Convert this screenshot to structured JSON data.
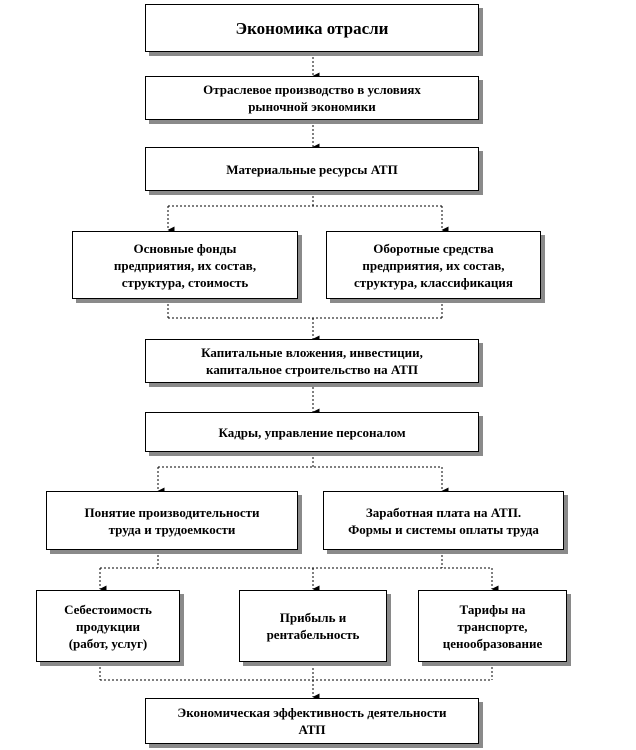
{
  "diagram": {
    "colors": {
      "border": "#000000",
      "shadow": "#8a8a8a",
      "background": "#ffffff"
    },
    "nodes": {
      "industry_economics": "Экономика отрасли",
      "market_production": [
        "Отраслевое производство в условиях",
        "рыночной экономики"
      ],
      "material_resources": "Материальные ресурсы АТП",
      "fixed_assets": [
        "Основные фонды",
        "предприятия, их состав,",
        "структура,  стоимость"
      ],
      "working_capital": [
        "Оборотные средства",
        "предприятия, их состав,",
        "структура,  классификация"
      ],
      "capital_investments": [
        "Капитальные вложения, инвестиции,",
        "капитальное строительство на АТП"
      ],
      "personnel": "Кадры, управление персоналом",
      "productivity": [
        "Понятие производительности",
        "труда и трудоемкости"
      ],
      "wages": [
        "Заработная плата на АТП.",
        "Формы и системы оплаты труда"
      ],
      "cost_price": [
        "Себестоимость",
        "продукции",
        "(работ,  услуг)"
      ],
      "profit": [
        "Прибыль и",
        "рентабельность"
      ],
      "tariffs": [
        "Тарифы  на",
        "транспорте,",
        "ценообразование"
      ],
      "efficiency": [
        "Экономическая  эффективность  деятельности",
        "АТП"
      ]
    }
  }
}
